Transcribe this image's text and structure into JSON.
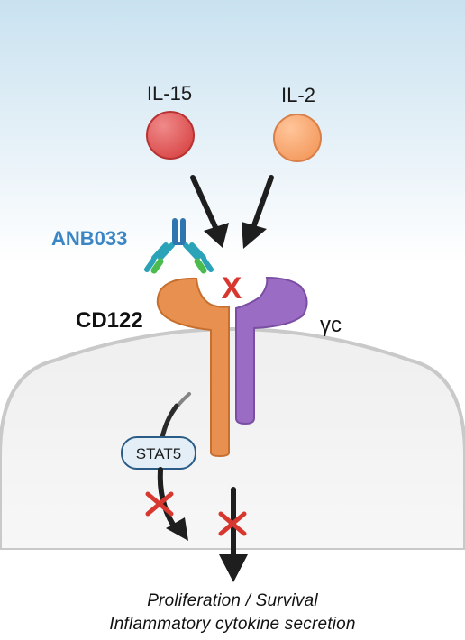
{
  "ligands": {
    "il15": {
      "label": "IL-15",
      "color": "#e05a5a"
    },
    "il2": {
      "label": "IL-2",
      "color": "#f7a570"
    }
  },
  "antibody": {
    "label": "ANB033",
    "label_color": "#3a86c4"
  },
  "receptor": {
    "cd122": {
      "label": "CD122",
      "color": "#e8904f"
    },
    "gamma_c": {
      "label": "γc",
      "color": "#9b6cc3"
    }
  },
  "signaling": {
    "stat5_label": "STAT5"
  },
  "blocks": {
    "mark": "X",
    "color": "#d7372f"
  },
  "outcome": {
    "line1": "Proliferation / Survival",
    "line2": "Inflammatory cytokine secretion"
  }
}
